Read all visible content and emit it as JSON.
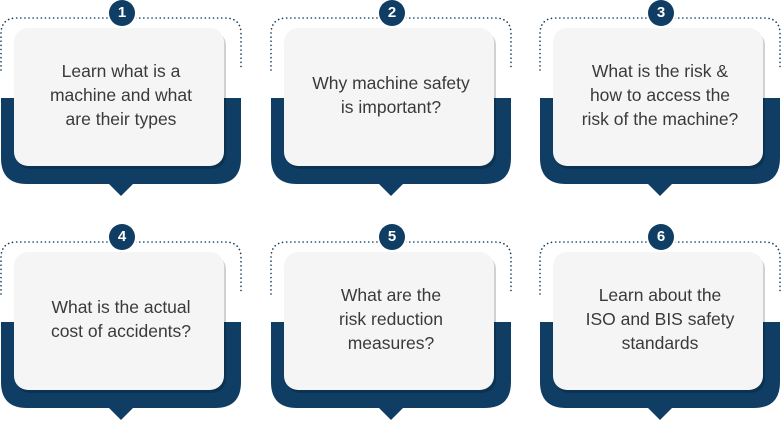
{
  "steps": [
    {
      "number": "1",
      "lines": [
        "Learn what is a",
        "machine and what",
        "are their types"
      ]
    },
    {
      "number": "2",
      "lines": [
        "Why machine safety",
        "is important?"
      ]
    },
    {
      "number": "3",
      "lines": [
        "What is the risk &",
        "how to access the",
        "risk of the machine?"
      ]
    },
    {
      "number": "4",
      "lines": [
        "What is the actual",
        "cost of accidents?"
      ]
    },
    {
      "number": "5",
      "lines": [
        "What are the",
        "risk reduction",
        "measures?"
      ]
    },
    {
      "number": "6",
      "lines": [
        "Learn about the",
        "ISO and BIS safety",
        "standards"
      ]
    }
  ],
  "colors": {
    "navy": "#0f3d64",
    "card": "#f5f5f5",
    "dots": "#0f3d64"
  }
}
